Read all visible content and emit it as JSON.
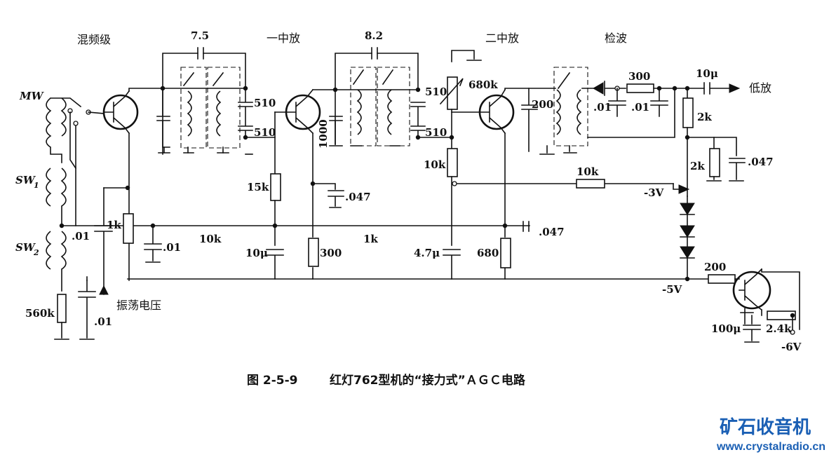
{
  "stage_labels": {
    "mixer": "混频级",
    "if1": "一中放",
    "if2": "二中放",
    "detector": "检波",
    "audio_out": "低放",
    "osc_voltage": "振荡电压"
  },
  "band_labels": {
    "mw": "MW",
    "sw1": "SW",
    "sw1_sub": "1",
    "sw2": "SW",
    "sw2_sub": "2"
  },
  "components": {
    "c_top1": "7.5",
    "c_top2": "8.2",
    "c_510a": "510",
    "c_510b": "510",
    "c_510c": "510",
    "c_510d": "510",
    "c_1000": "1000",
    "r_680k": "680k",
    "c_200": "200",
    "c_01a": ".01",
    "r_300a": "300",
    "c_01b": ".01",
    "c_10u_out": "10μ",
    "r_2k_a": "2k",
    "r_2k_b": "2k",
    "c_047a": ".047",
    "r_10k_a": "10k",
    "r_10k_b": "10k",
    "r_10k_c": "10k",
    "r_15k": "15k",
    "c_047b": ".047",
    "c_047c": ".047",
    "r_1k_a": "1k",
    "r_1k_b": "1k",
    "c_01_left": ".01",
    "c_01_mid": ".01",
    "c_10u": "10μ",
    "r_300b": "300",
    "c_47u": "4.7μ",
    "r_680": "680",
    "r_560k": "560k",
    "c_01_bot": ".01",
    "r_200": "200",
    "c_100u": "100μ",
    "r_24k": "2.4k"
  },
  "voltages": {
    "v_m3": "-3V",
    "v_m5": "-5V",
    "v_m6": "-6V"
  },
  "caption": {
    "prefix": "图 2-5-9",
    "text": "红灯762型机的“接力式”ＡＧＣ电路"
  },
  "watermark": {
    "name": "矿石收音机",
    "url": "www.crystalradio.cn"
  }
}
